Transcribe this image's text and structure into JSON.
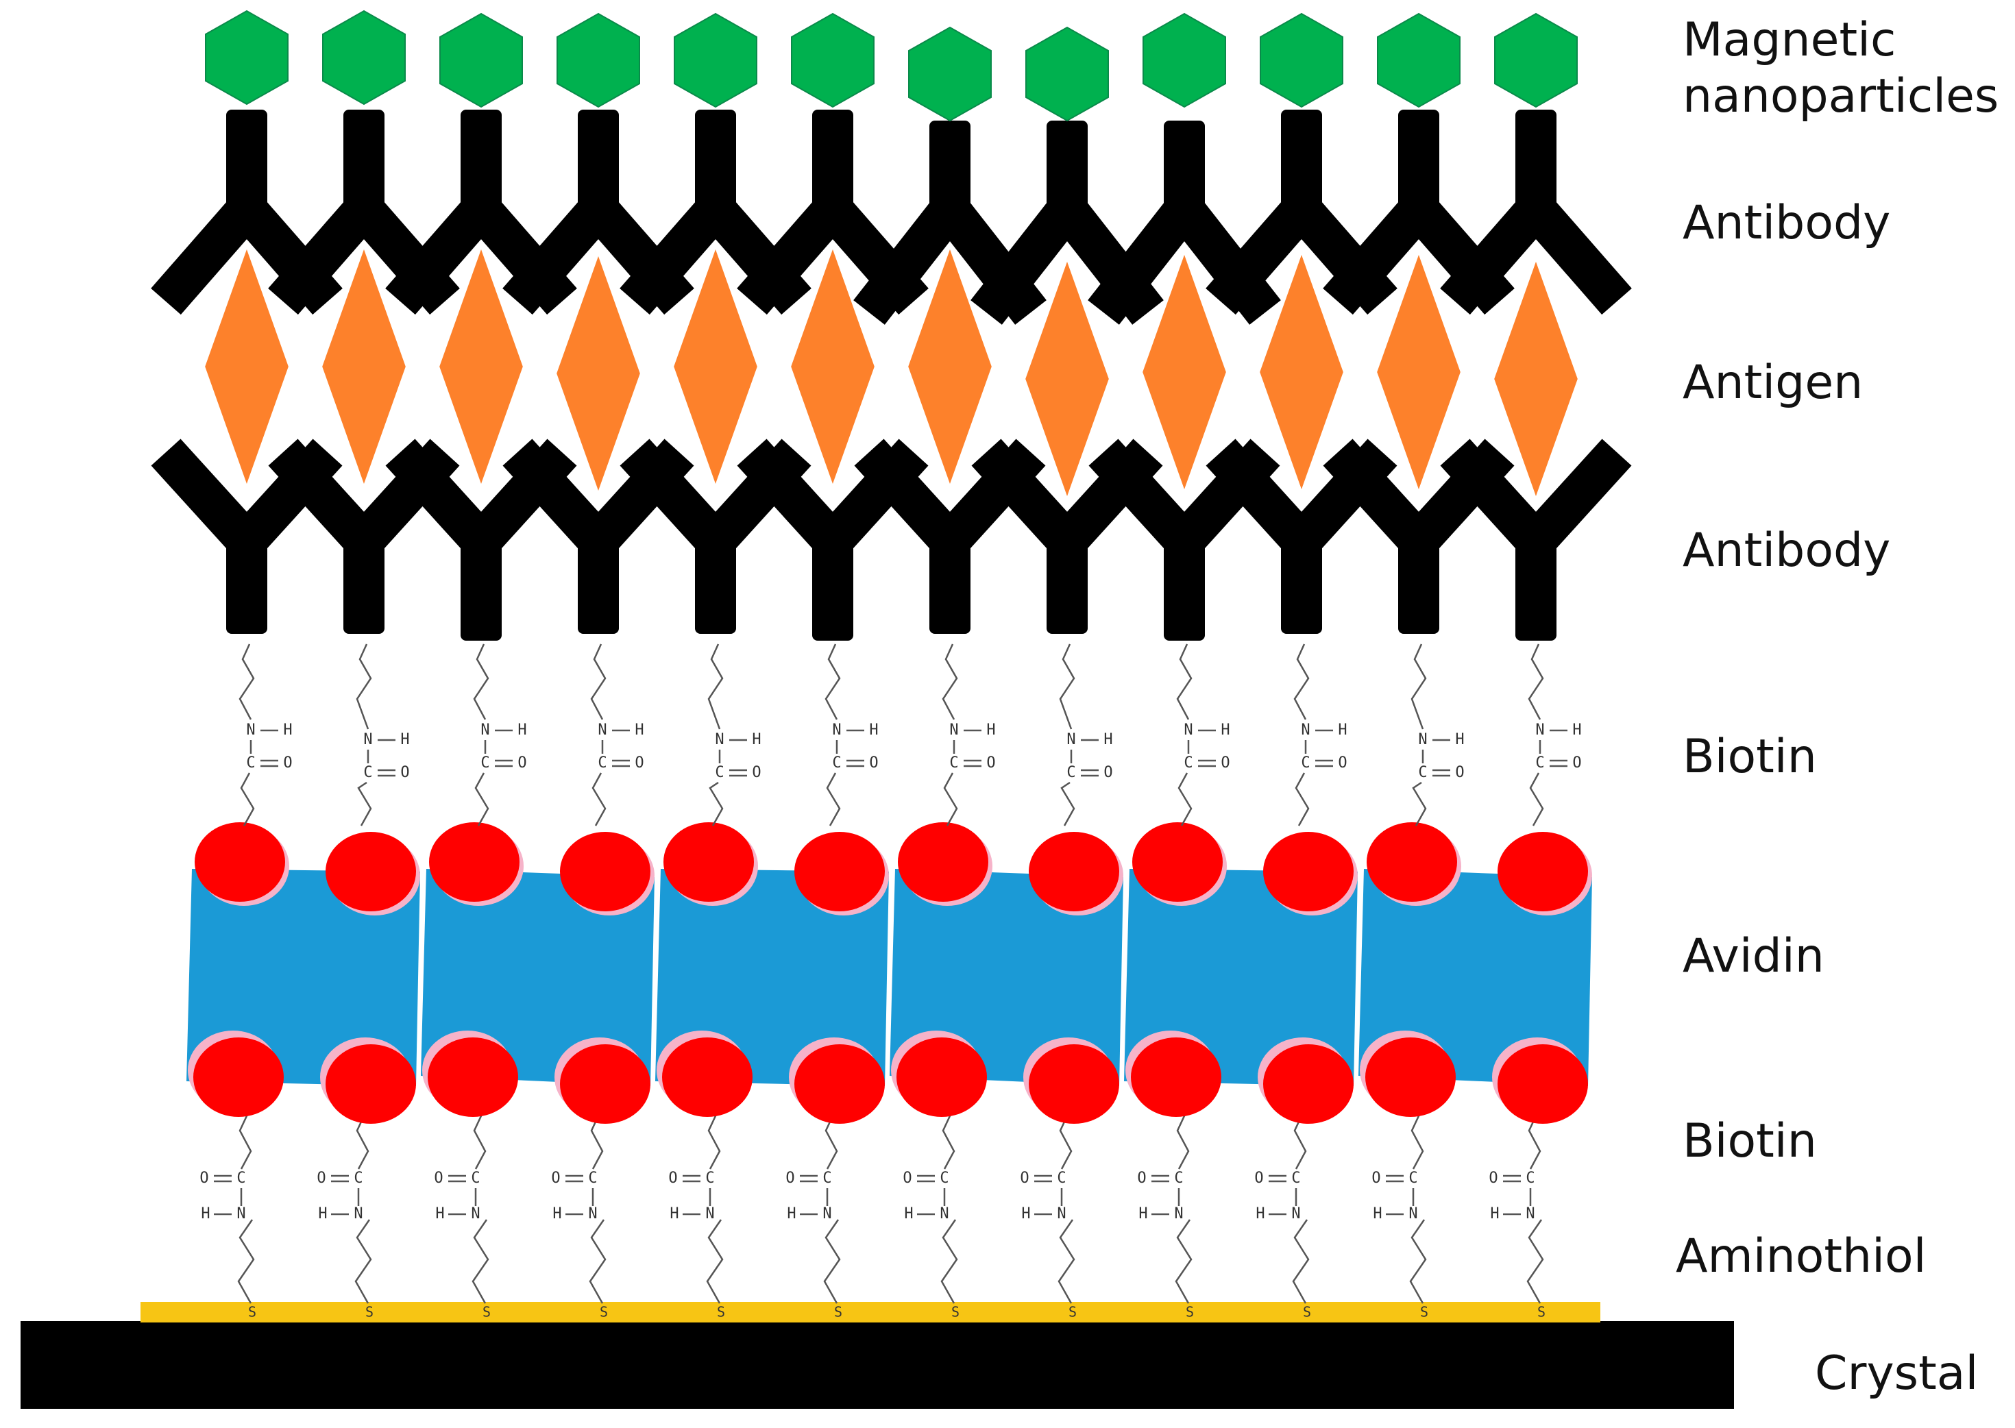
{
  "colors": {
    "magnetic_nanoparticle": "#00b14f",
    "magnetic_nanoparticle_stroke": "#0a8a4a",
    "antibody": "#000000",
    "antigen": "#fd812b",
    "avidin": "#1b9ad6",
    "biotin": "#ff0000",
    "biotin_halo": "#f6b3c9",
    "gold": "#f7c514",
    "crystal": "#000000",
    "linker": "#555555"
  },
  "labels": {
    "magnetic_nanoparticles": "Magnetic\nnanoparticles",
    "antibody_top": "Antibody",
    "antigen": "Antigen",
    "antibody_bottom": "Antibody",
    "biotin_top": "Biotin",
    "avidin": "Avidin",
    "biotin_bottom": "Biotin",
    "aminothiol": "Aminothiol",
    "crystal": "Crystal"
  },
  "chem": {
    "nitrogen": "N",
    "hydrogen": "H",
    "carbon": "C",
    "oxygen": "O",
    "sulfur": "S"
  },
  "counts": {
    "probe_columns": 12,
    "avidin_blocks": 6
  }
}
